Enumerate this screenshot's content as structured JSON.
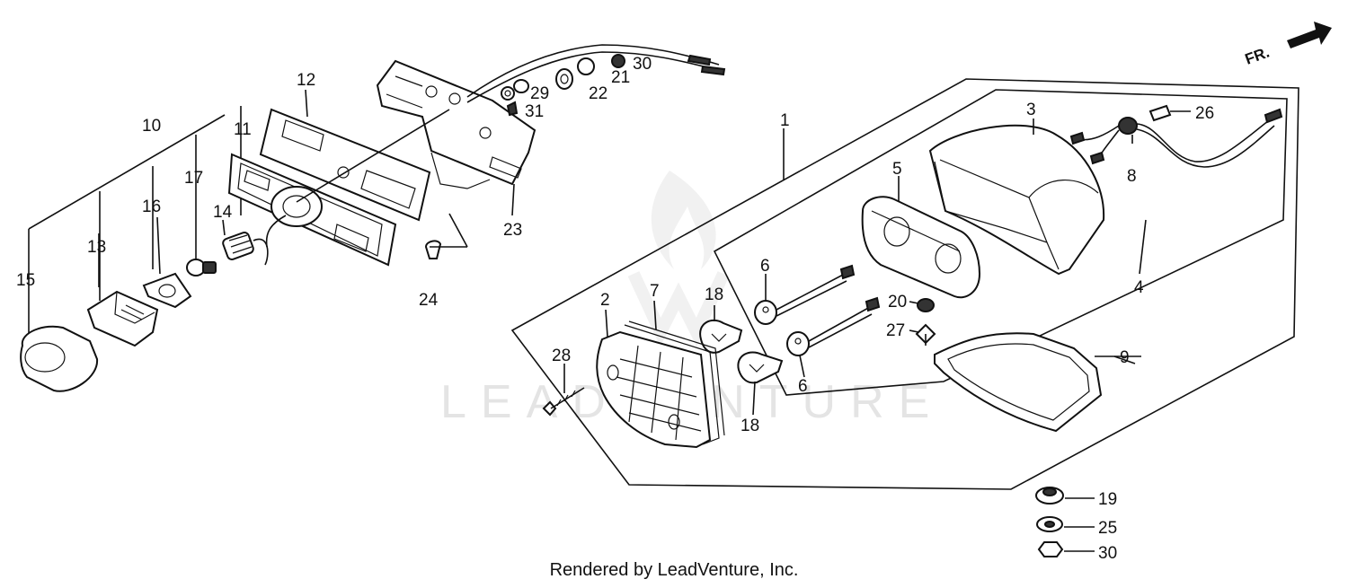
{
  "watermark": "LEADVENTURE",
  "direction_marker": "FR.",
  "footer": "Rendered by LeadVenture, Inc.",
  "callouts": {
    "p1": "1",
    "p2": "2",
    "p3": "3",
    "p4": "4",
    "p5": "5",
    "p6a": "6",
    "p6b": "6",
    "p7": "7",
    "p8": "8",
    "p9": "9",
    "p10": "10",
    "p11": "11",
    "p12": "12",
    "p13": "13",
    "p14": "14",
    "p15": "15",
    "p16": "16",
    "p17": "17",
    "p18a": "18",
    "p18b": "18",
    "p19": "19",
    "p20": "20",
    "p21": "21",
    "p22": "22",
    "p23": "23",
    "p24": "24",
    "p25": "25",
    "p26": "26",
    "p27": "27",
    "p28": "28",
    "p29": "29",
    "p30a": "30",
    "p30b": "30",
    "p31": "31"
  }
}
